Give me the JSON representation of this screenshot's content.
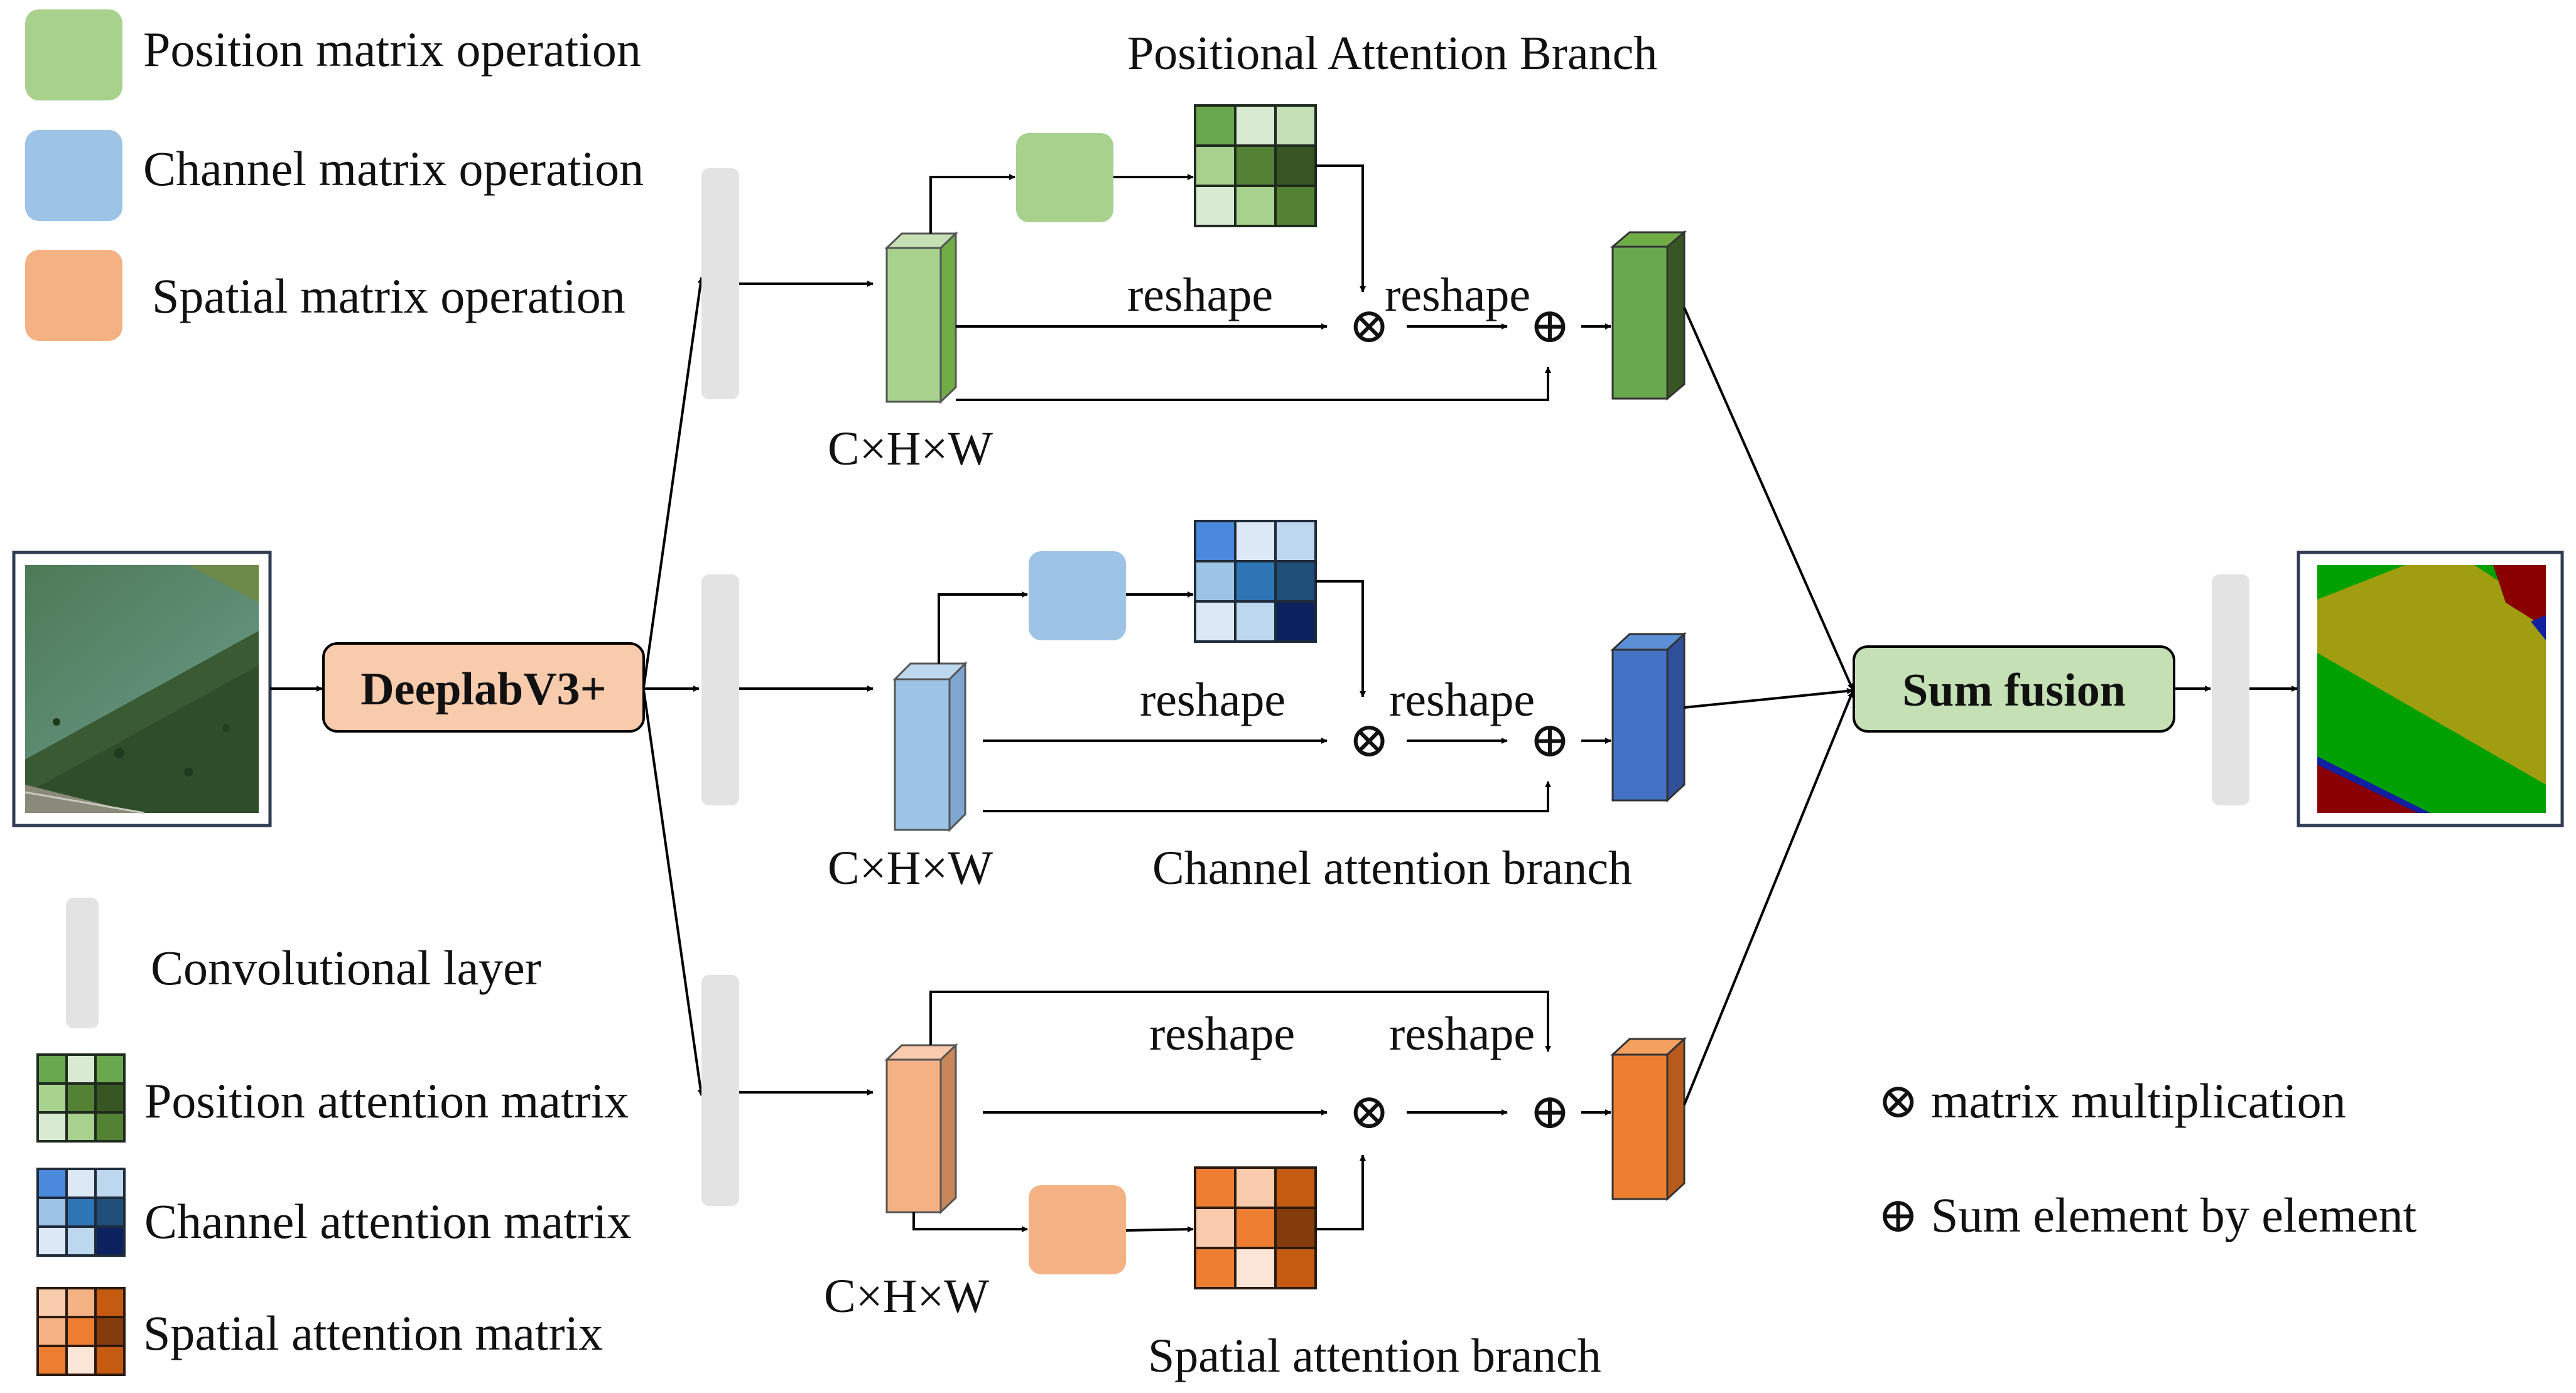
{
  "legend": {
    "position_op": "Position matrix operation",
    "channel_op": "Channel matrix operation",
    "spatial_op": "Spatial matrix operation",
    "conv_layer": "Convolutional layer",
    "position_attn": "Position attention matrix",
    "channel_attn": "Channel attention matrix",
    "spatial_attn": "Spatial attention matrix",
    "matmul": "⊗ matrix multiplication",
    "sum_elem": "⊕ Sum element by element"
  },
  "blocks": {
    "backbone": "DeeplabV3+",
    "fusion": "Sum fusion"
  },
  "branches": {
    "positional_title": "Positional Attention Branch",
    "channel_title": "Channel attention branch",
    "spatial_title": "Spatial attention branch",
    "dims": "C×H×W",
    "reshape": "reshape",
    "matmul_symbol": "⊗",
    "sum_symbol": "⊕"
  },
  "colors": {
    "position_light": "#a9d18e",
    "channel_light": "#9dc3e6",
    "spatial_light": "#f4b183",
    "position_out": "#70ad47",
    "channel_out": "#4472c4",
    "spatial_out": "#ed7d31",
    "backbone_fill": "#f8cbad",
    "fusion_fill": "#c5e0b4",
    "conv_gray": "#e3e3e3"
  }
}
